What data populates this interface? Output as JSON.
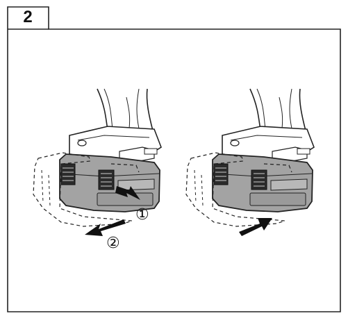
{
  "figure": {
    "step_number": "2",
    "callouts": [
      "①",
      "②"
    ]
  }
}
